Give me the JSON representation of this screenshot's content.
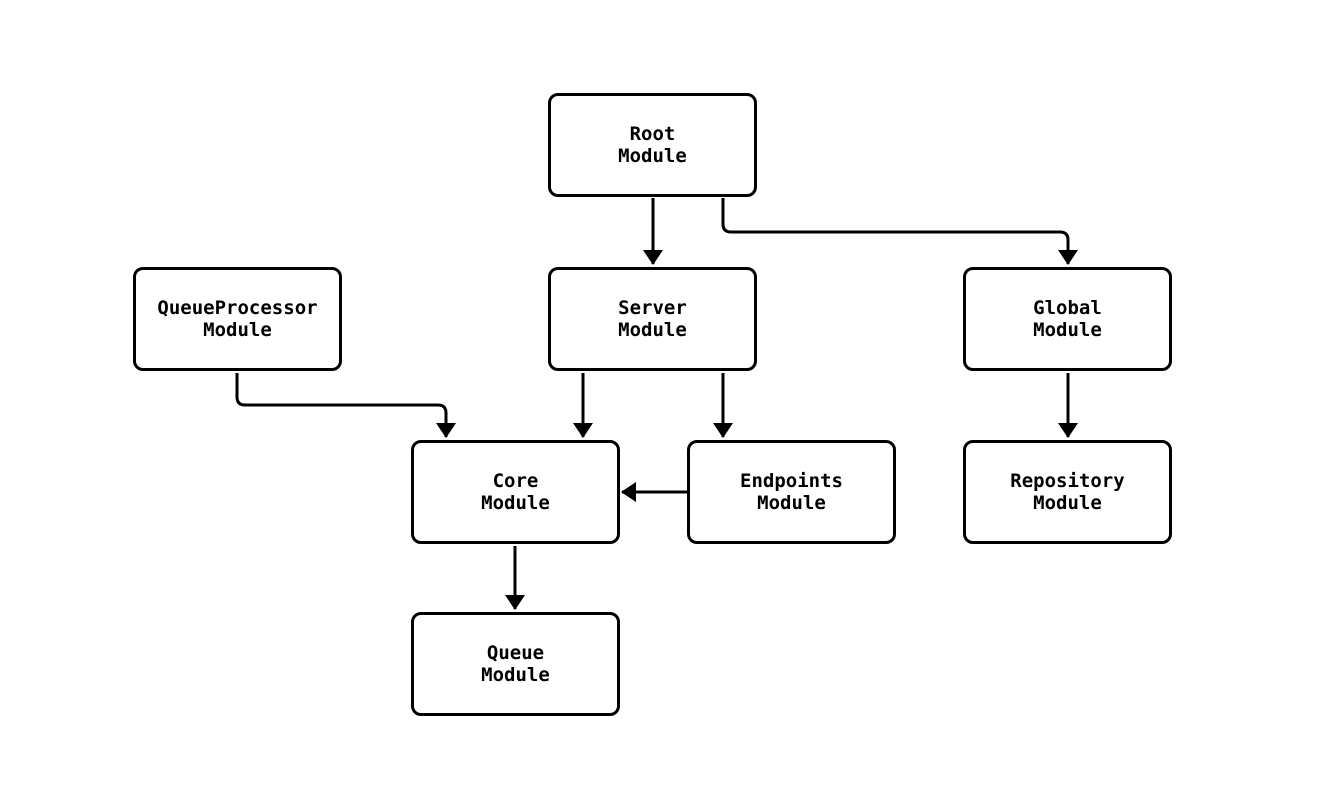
{
  "diagram": {
    "type": "module-dependency-flowchart",
    "colors": {
      "background": "#ffffff",
      "node_fill": "#ffffff",
      "node_border": "#000000",
      "edge_stroke": "#000000",
      "text": "#000000"
    },
    "nodes": {
      "root": {
        "line1": "Root",
        "line2": "Module"
      },
      "queueproc": {
        "line1": "QueueProcessor",
        "line2": "Module"
      },
      "server": {
        "line1": "Server",
        "line2": "Module"
      },
      "global": {
        "line1": "Global",
        "line2": "Module"
      },
      "core": {
        "line1": "Core",
        "line2": "Module"
      },
      "endpoints": {
        "line1": "Endpoints",
        "line2": "Module"
      },
      "repository": {
        "line1": "Repository",
        "line2": "Module"
      },
      "queue": {
        "line1": "Queue",
        "line2": "Module"
      }
    },
    "edges": [
      {
        "from": "Root Module",
        "to": "Server Module"
      },
      {
        "from": "Root Module",
        "to": "Global Module"
      },
      {
        "from": "QueueProcessor Module",
        "to": "Core Module"
      },
      {
        "from": "Server Module",
        "to": "Core Module"
      },
      {
        "from": "Server Module",
        "to": "Endpoints Module"
      },
      {
        "from": "Endpoints Module",
        "to": "Core Module"
      },
      {
        "from": "Global Module",
        "to": "Repository Module"
      },
      {
        "from": "Core Module",
        "to": "Queue Module"
      }
    ]
  }
}
